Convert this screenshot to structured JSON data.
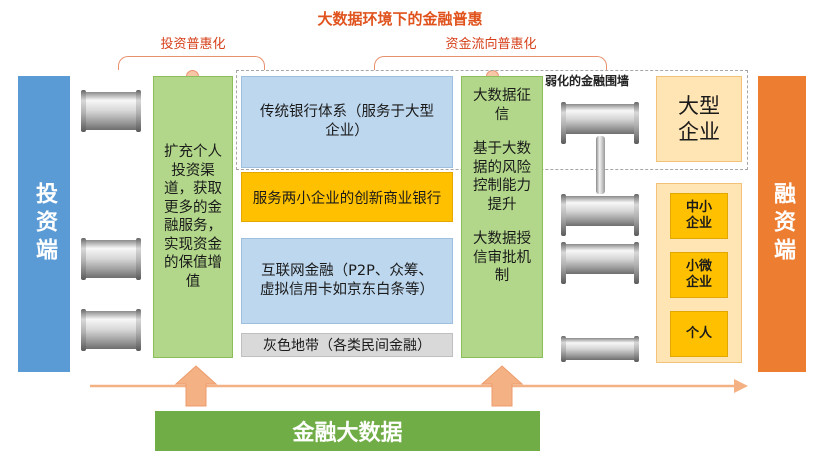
{
  "title": "大数据环境下的金融普惠",
  "left_subtitle": "投资普惠化",
  "right_subtitle": "资金流向普惠化",
  "wall_label": "弱化的金融围墙",
  "investor_side": "投资端",
  "financing_side": "融资端",
  "investor_services": "扩充个人投资渠道，获取更多的金融服务，实现资金的保值增值",
  "traditional_bank": "传统银行体系（服务于大型企业）",
  "innovative_bank": "服务两小企业的创新商业银行",
  "internet_finance": "互联网金融（P2P、众筹、虚拟信用卡如京东白条等）",
  "gray_zone": "灰色地带（各类民间金融）",
  "big_data_credit": "大数据征信",
  "risk_control": "基于大数据的风险控制能力提升",
  "credit_approval": "大数据授信审批机制",
  "large_enterprise": "大型企业",
  "sme": "中小企业",
  "micro_enterprise": "小微企业",
  "individual": "个人",
  "financial_big_data": "金融大数据",
  "colors": {
    "blue_side": "#5b9bd5",
    "orange_side": "#ed7d31",
    "green": "#b2d78a",
    "blue_box": "#bdd7ee",
    "yellow": "#ffc000",
    "title_orange": "#e0531d",
    "arrow": "#f4b183",
    "bottom_bar": "#70ad47"
  }
}
